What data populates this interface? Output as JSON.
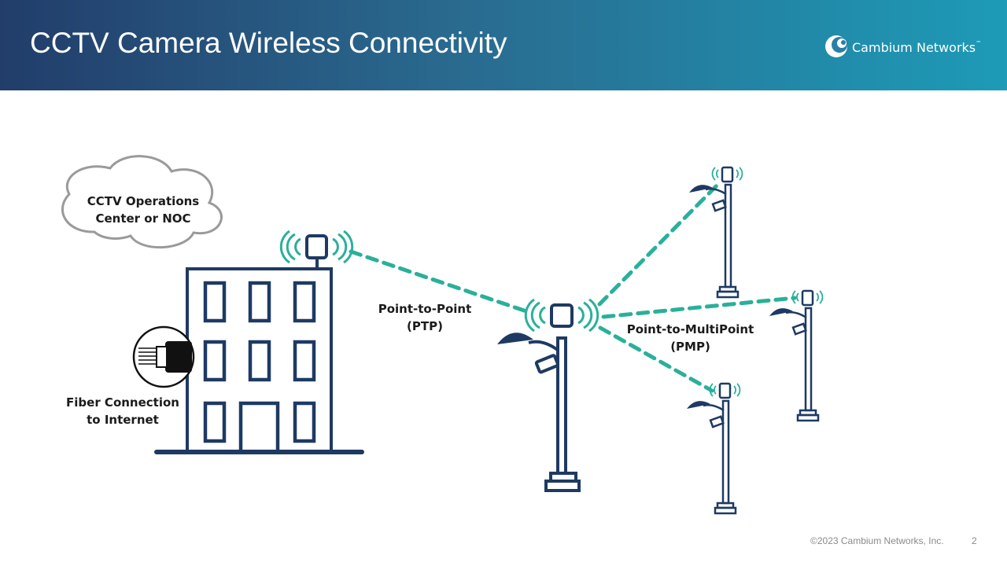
{
  "slide": {
    "title": "CCTV Camera Wireless Connectivity",
    "slide_number": "2",
    "copyright": "©2023 Cambium Networks, Inc."
  },
  "brand": {
    "name": "Cambium Networks",
    "trademark": "™",
    "primary_color": "#223d6a",
    "secondary_color": "#1d9bb7",
    "link_color": "#2ab09a"
  },
  "diagram": {
    "cloud_label_line1": "CCTV Operations",
    "cloud_label_line2": "Center or NOC",
    "fiber_label_line1": "Fiber Connection",
    "fiber_label_line2": "to Internet",
    "ptp_label_line1": "Point-to-Point",
    "ptp_label_line2": "(PTP)",
    "pmp_label_line1": "Point-to-MultiPoint",
    "pmp_label_line2": "(PMP)"
  },
  "icons": {
    "cloud": "cloud-icon",
    "building": "office-building-icon",
    "fiber": "fiber-cable-icon",
    "radio": "wireless-radio-icon",
    "pole": "street-lamp-camera-icon"
  }
}
